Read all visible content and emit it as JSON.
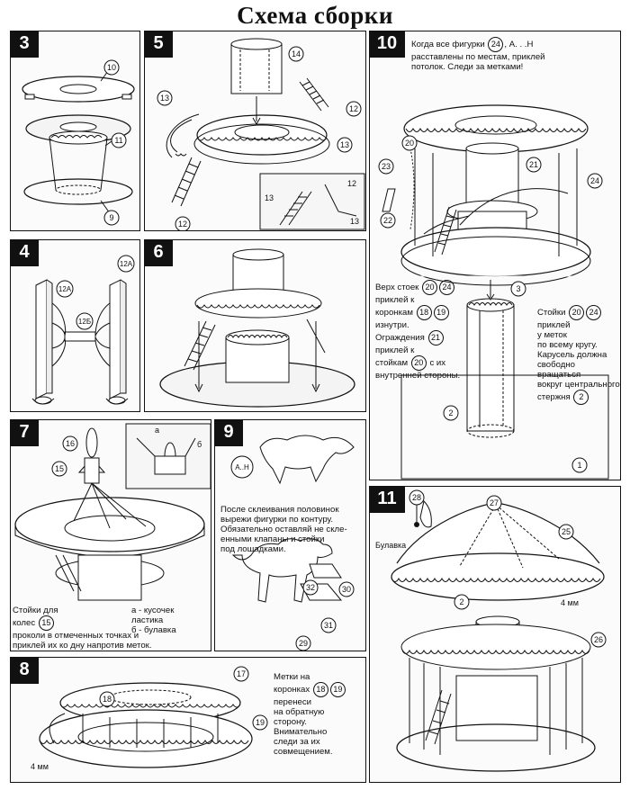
{
  "title": "Схема сборки",
  "steps": {
    "s3": {
      "num": "3",
      "labels": [
        "10",
        "11",
        "9"
      ]
    },
    "s5": {
      "num": "5",
      "labels": [
        "14",
        "12",
        "13",
        "13",
        "12",
        "13",
        "12",
        "13"
      ]
    },
    "s10": {
      "num": "10",
      "note_a": "Когда все фигурки",
      "note_a_circ": "24",
      "note_a_tail": ", А. . .Н",
      "note_b": "расставлены по местам, приклей",
      "note_c": "потолок. Следи за метками!",
      "labels": [
        "20",
        "23",
        "22",
        "21",
        "24"
      ]
    },
    "s10b": {
      "note1_l1": "Верх стоек",
      "note1_l2": "приклей к",
      "note1_l3": "коронкам",
      "note1_l4": "изнутри.",
      "note1_l5": "Ограждения",
      "note1_l6": "приклей к",
      "note1_l7": "стойкам",
      "note1_l8": "с их",
      "note1_l9": "внутренней стороны.",
      "c20": "20",
      "c24": "24",
      "c18": "18",
      "c19": "19",
      "c21": "21",
      "c20b": "20",
      "note2_l1": "Стойки",
      "note2_l2": "приклей",
      "note2_l3": "у меток",
      "note2_l4": "по всему кругу.",
      "note2_l5": "Карусель должна",
      "note2_l6": "свободно вращаться",
      "note2_l7": "вокруг центрального",
      "note2_l8": "стержня",
      "c2": "2",
      "labels": [
        "3",
        "2",
        "1"
      ]
    },
    "s4": {
      "num": "4",
      "labels": [
        "12А",
        "12А",
        "12Б"
      ]
    },
    "s6": {
      "num": "6"
    },
    "s7": {
      "num": "7",
      "labels": [
        "16",
        "15",
        "а",
        "б"
      ],
      "note_left_l1": "Стойки для",
      "note_left_l2": "колес",
      "note_left_circ": "15",
      "note_left_l3": "проколи в отмеченных точках и",
      "note_left_l4": "приклей их ко дну напротив меток.",
      "note_right_l1": "а - кусочек",
      "note_right_l2": "ластика",
      "note_right_l3": "б - булавка"
    },
    "s9": {
      "num": "9",
      "labels": [
        "А..Н",
        "32",
        "30",
        "31",
        "29"
      ],
      "note_l1": "После склеивания половинок",
      "note_l2": "вырежи фигурки по контуру.",
      "note_l3": "Обязательно оставляй не скле-",
      "note_l4": "енными клапаны и стойки",
      "note_l5": "под лошадками."
    },
    "s11": {
      "num": "11",
      "labels": [
        "28",
        "27",
        "25",
        "2",
        "26"
      ],
      "pin_label": "Булавка",
      "mm_label": "4 мм"
    },
    "s8": {
      "num": "8",
      "labels": [
        "17",
        "18",
        "19"
      ],
      "mm_label": "4 мм",
      "note_l1": "Метки на",
      "note_l2": "коронках",
      "note_l3_a": "18",
      "note_l3_b": "19",
      "note_l4": "перенеси",
      "note_l5": "на обратную",
      "note_l6": "сторону.",
      "note_l7": "Внимательно",
      "note_l8": "следи за их",
      "note_l9": "совмещением."
    }
  }
}
